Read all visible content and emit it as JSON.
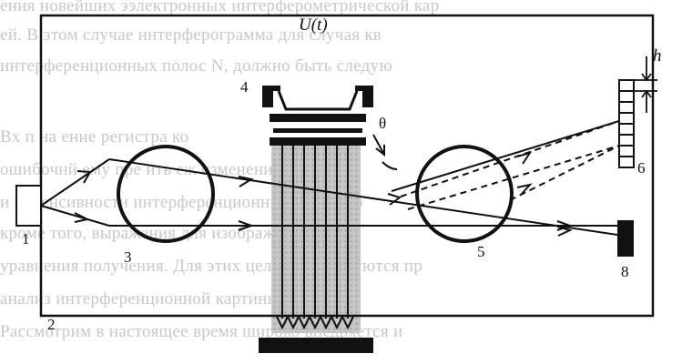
{
  "title": "U(t)",
  "labels": {
    "h": "h",
    "theta": "θ",
    "n1": "1",
    "n2": "2",
    "n3": "3",
    "n4": "4",
    "n5": "5",
    "n6": "6",
    "n8": "8"
  },
  "background_text": [
    "ения новейших ээлектронных интерферометрической кар",
    "ей. В этом случае интерферограмма для случая кв",
    "интерференционных полос N, должно быть следую",
    "Вх   п        на      ение     регистра     ко",
    "ошибочнй  ему пре   ить   еж    изменения  в раз",
    "и интенсивности интерференционных полос по",
    "кроме того, выражения для      изображе",
    "уравнения получения. Для этих целей используются пр",
    "анализ интерференционной картины",
    "Рассмотрим в настоящее время широко внедряется и"
  ],
  "colors": {
    "ink": "#111111",
    "shade": "#bdbdbd",
    "ghost": "#c8c8c8"
  }
}
